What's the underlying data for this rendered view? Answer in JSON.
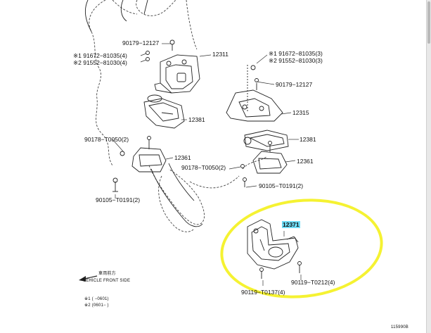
{
  "labels": {
    "p90179_a": "90179−12127",
    "p91672_a": "※1 91672−81035(4)",
    "p91552_a": "※2 91552−81030(4)",
    "p12311": "12311",
    "p12381_a": "12381",
    "p90178_a": "90178−T0050(2)",
    "p12361_a": "12361",
    "p90105_a": "90105−T0191(2)",
    "p91672_b": "※1 91672−81035(3)",
    "p91552_b": "※2 91552−81030(3)",
    "p90179_b": "90179−12127",
    "p12315": "12315",
    "p12381_b": "12381",
    "p12361_b": "12361",
    "p90178_b": "90178−T0050(2)",
    "p90105_b": "90105−T0191(2)",
    "p12371": "12371",
    "p90119_a": "90119−T0212(4)",
    "p90119_b": "90119−T0137(4)",
    "front_cn": "車両前方",
    "front_en": "VEHICLE FRONT SIDE",
    "note1": "※1 (    −0601)",
    "note2": "※2 (0601−    )",
    "fig_code": "115990B"
  },
  "highlight_color": "#6fdcf5",
  "marker_color": "#f5f232"
}
